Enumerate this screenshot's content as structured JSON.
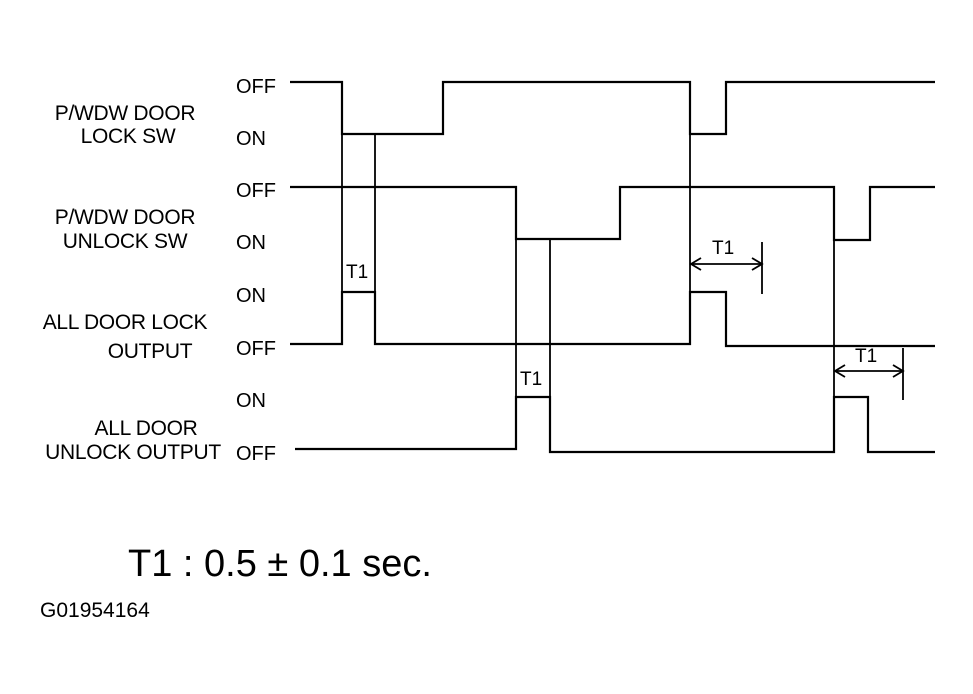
{
  "signals": [
    {
      "id": "lock_sw",
      "label_lines": [
        "P/WDW DOOR",
        "LOCK SW"
      ],
      "state_top": "OFF",
      "state_bottom": "ON"
    },
    {
      "id": "unlock_sw",
      "label_lines": [
        "P/WDW DOOR",
        "UNLOCK SW"
      ],
      "state_top": "OFF",
      "state_bottom": "ON"
    },
    {
      "id": "lock_out",
      "label_lines": [
        "ALL DOOR LOCK",
        "OUTPUT"
      ],
      "state_top": "ON",
      "state_bottom": "OFF"
    },
    {
      "id": "unlock_out",
      "label_lines": [
        "ALL DOOR",
        "UNLOCK OUTPUT"
      ],
      "state_top": "ON",
      "state_bottom": "OFF"
    }
  ],
  "timing_markers": [
    "T1",
    "T1",
    "T1",
    "T1"
  ],
  "formula": "T1 : 0.5 ± 0.1 sec.",
  "figure_id": "G01954164"
}
